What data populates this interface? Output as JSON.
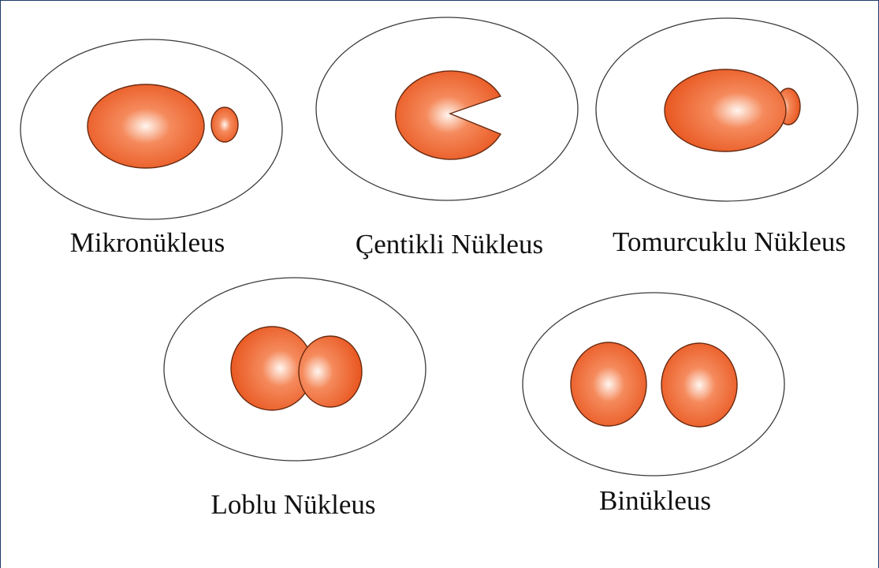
{
  "colors": {
    "nucleus_highlight": "#fff6f0",
    "nucleus_mid": "#f58a5c",
    "nucleus_base": "#e8551e",
    "cell_outline": "#3a3a3a",
    "frame_border": "#1f3a68"
  },
  "cells": [
    {
      "id": "mikronukleus",
      "label": "Mikronükleus"
    },
    {
      "id": "centikli",
      "label": "Çentikli Nükleus"
    },
    {
      "id": "tomurcuklu",
      "label": "Tomurcuklu Nükleus"
    },
    {
      "id": "loblu",
      "label": "Loblu Nükleus"
    },
    {
      "id": "binukleus",
      "label": "Binükleus"
    }
  ]
}
